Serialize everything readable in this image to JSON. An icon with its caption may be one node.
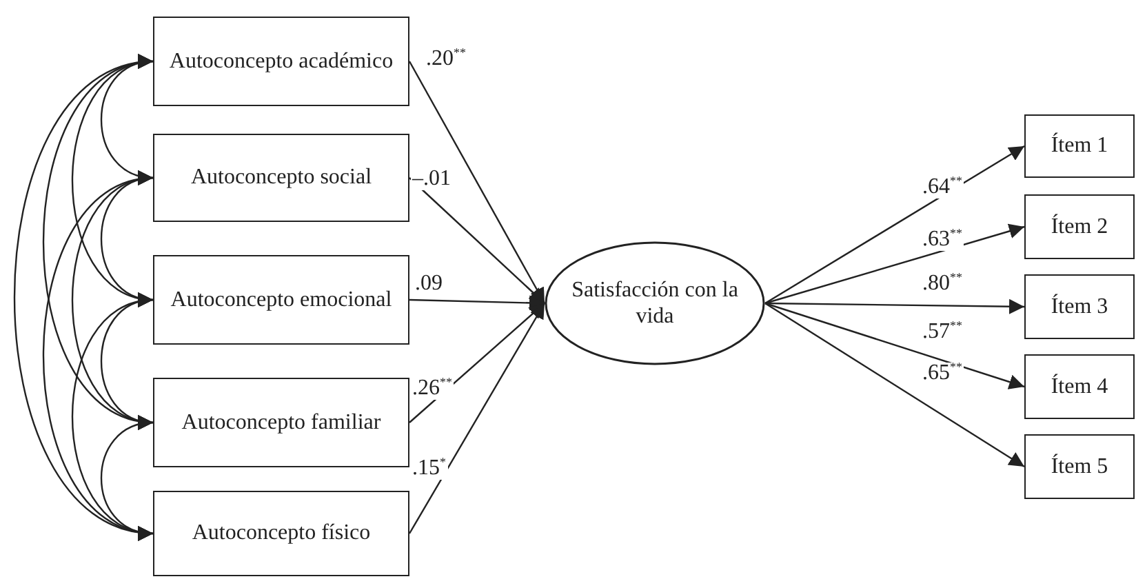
{
  "diagram": {
    "nodes": [
      {
        "text": [
          "Autoconcepto académico"
        ]
      },
      {
        "text": [
          "Autoconcepto social"
        ]
      },
      {
        "text": [
          "Autoconcepto emocional"
        ]
      },
      {
        "text": [
          "Autoconcepto familiar"
        ]
      },
      {
        "text": [
          "Autoconcepto físico"
        ]
      },
      {
        "text": [
          "Satisfacción con la vida"
        ]
      },
      {
        "text": [
          "Ítem 1"
        ]
      },
      {
        "text": [
          "Ítem 2"
        ]
      },
      {
        "text": [
          "Ítem 3"
        ]
      },
      {
        "text": [
          "Ítem 4"
        ]
      },
      {
        "text": [
          "Ítem 5"
        ]
      }
    ],
    "edges": [
      {
        "from": 0,
        "to": 5,
        "arrow": "to",
        "label": ".20$^{**}$"
      },
      {
        "from": 1,
        "to": 5,
        "arrow": "to",
        "label": "–.01"
      },
      {
        "from": 2,
        "to": 5,
        "arrow": "to",
        "label": ".09"
      },
      {
        "from": 3,
        "to": 5,
        "arrow": "to",
        "label": ".26$^{**}$"
      },
      {
        "from": 4,
        "to": 5,
        "arrow": "to",
        "label": ".15$^{*}$"
      },
      {
        "from": 5,
        "to": 6,
        "arrow": "to",
        "label": ".64$^{**}$"
      },
      {
        "from": 5,
        "to": 7,
        "arrow": "to",
        "label": ".63$^{**}$"
      },
      {
        "from": 5,
        "to": 8,
        "arrow": "to",
        "label": ".80$^{**}$"
      },
      {
        "from": 5,
        "to": 9,
        "arrow": "to",
        "label": ".57$^{**}$"
      },
      {
        "from": 5,
        "to": 10,
        "arrow": "to",
        "label": ".65$^{**}$"
      },
      {
        "from": 0,
        "to": 1,
        "arrow": "both"
      },
      {
        "from": 0,
        "to": 2,
        "arrow": "both"
      },
      {
        "from": 0,
        "to": 3,
        "arrow": "both"
      },
      {
        "from": 0,
        "to": 4,
        "arrow": "both"
      },
      {
        "from": 1,
        "to": 2,
        "arrow": "both"
      },
      {
        "from": 1,
        "to": 3,
        "arrow": "both"
      },
      {
        "from": 1,
        "to": 4,
        "arrow": "both"
      },
      {
        "from": 2,
        "to": 3,
        "arrow": "both"
      },
      {
        "from": 2,
        "to": 4,
        "arrow": "both"
      },
      {
        "from": 3,
        "to": 4,
        "arrow": "both"
      }
    ]
  }
}
